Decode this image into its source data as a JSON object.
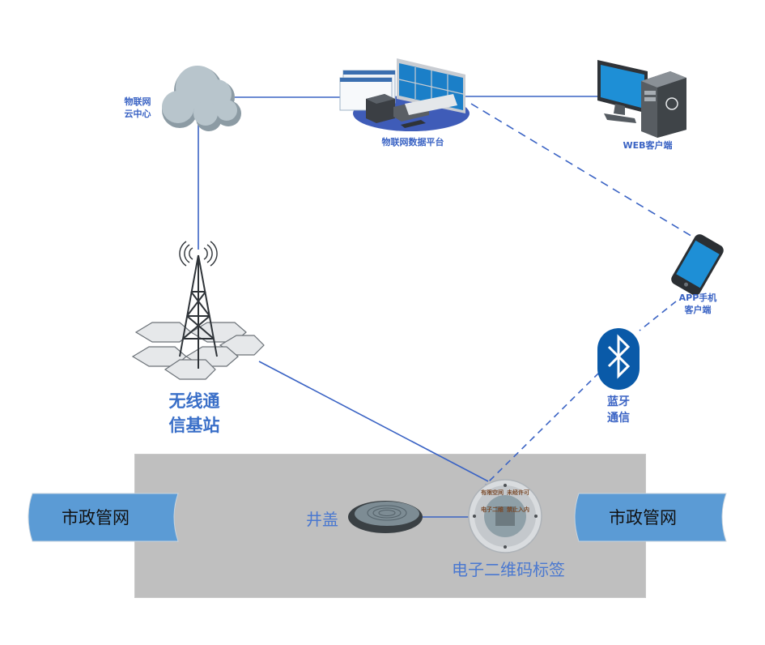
{
  "diagram": {
    "nodes": {
      "cloud": {
        "label_line1": "物联网",
        "label_line2": "云中心",
        "icon": "cloud-icon"
      },
      "platform": {
        "label": "物联网数据平台",
        "icon": "data-platform-icon"
      },
      "web_client": {
        "label": "WEB客户端",
        "icon": "desktop-computer-icon"
      },
      "app_client": {
        "label_line1": "APP手机",
        "label_line2": "客户端",
        "icon": "smartphone-icon"
      },
      "base_station": {
        "label_line1": "无线通",
        "label_line2": "信基站",
        "icon": "cell-tower-icon"
      },
      "bluetooth": {
        "label_line1": "蓝牙",
        "label_line2": "通信",
        "icon": "bluetooth-icon"
      },
      "manhole": {
        "label": "井盖",
        "icon": "manhole-cover-icon"
      },
      "qr_tag": {
        "label": "电子二维码标签",
        "icon": "qr-tag-icon",
        "ring_texts": [
          "有限空间",
          "未经许可",
          "电子二维",
          "禁止入内"
        ]
      },
      "pipe_left": {
        "label": "市政管网"
      },
      "pipe_right": {
        "label": "市政管网"
      }
    },
    "links": [
      {
        "from": "cloud",
        "to": "platform",
        "style": "solid"
      },
      {
        "from": "platform",
        "to": "web_client",
        "style": "solid"
      },
      {
        "from": "platform",
        "to": "app_client",
        "style": "dashed"
      },
      {
        "from": "cloud",
        "to": "base_station",
        "style": "solid"
      },
      {
        "from": "base_station",
        "to": "qr_tag",
        "style": "solid"
      },
      {
        "from": "app_client",
        "to": "qr_tag",
        "style": "dashed",
        "via": "bluetooth"
      },
      {
        "from": "manhole",
        "to": "qr_tag",
        "style": "solid"
      }
    ],
    "colors": {
      "link": "#3a63c4",
      "label": "#3a63c4",
      "ground": "#bfbfbf",
      "pipe": "#5b9bd5",
      "bluetooth": "#0a5aa8",
      "screen": "#1e8fd6"
    }
  }
}
